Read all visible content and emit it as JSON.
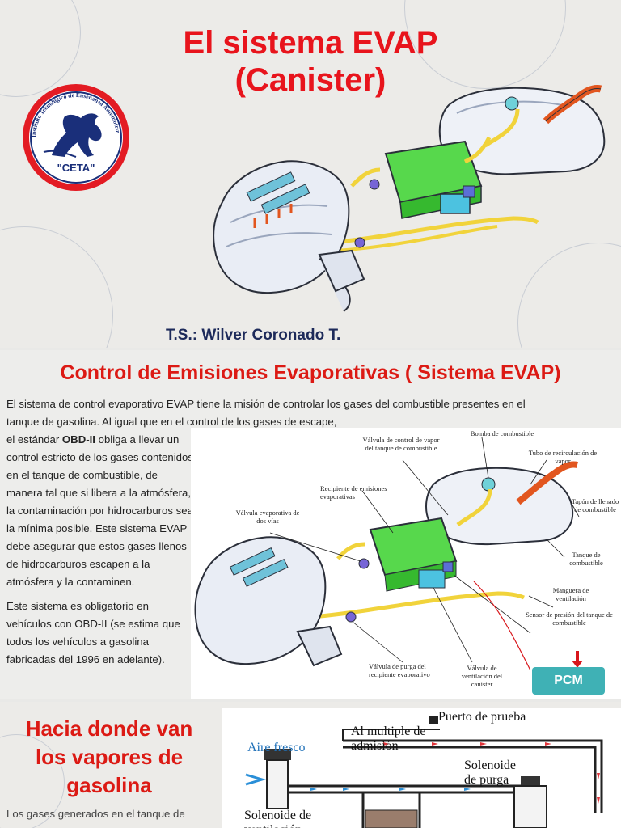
{
  "slide1": {
    "title_line1": "El sistema EVAP",
    "title_line2": "(Canister)",
    "logo": {
      "ring_text": "Instituto Tecnológico de Enseñanza Automotriz",
      "name": "\"CETA\"",
      "ring_color": "#e31b23",
      "inner_color": "#1a2f7a"
    },
    "author": "T.S.: Wilver Coronado T."
  },
  "slide2": {
    "title": "Control de Emisiones Evaporativas ( Sistema EVAP)",
    "intro_line1": "El sistema de control evaporativo EVAP tiene la misión de controlar los gases del combustible presentes en el",
    "intro_line2": "tanque de gasolina. Al igual que en  el control de los gases de escape,",
    "body_pre": "el estándar ",
    "body_bold": "OBD-II",
    "body_post": " obliga a llevar un control estricto de los gases contenidos en el tanque de combustible, de manera tal que si libera a la atmósfera, la contaminación por hidrocarburos sea la mínima posible. Este sistema EVAP debe asegurar que estos gases llenos de hidrocarburos escapen a la atmósfera y la contaminen.",
    "body2": "Este sistema es obligatorio en vehículos con OBD-II (se estima que todos los vehículos a gasolina fabricadas del 1996 en adelante).",
    "labels": {
      "bomba": "Bomba de combustible",
      "valvula_control": "Válvula de control de vapor del tanque de combustible",
      "tubo": "Tubo de recirculación de vapor",
      "recipiente": "Recipiente de emisiones evaporativas",
      "tapon": "Tapón de llenado de combustible",
      "valvula_dos_vias": "Válvula evaporativa de dos vías",
      "tanque": "Tanque de combustible",
      "manguera": "Manguera de ventilación",
      "sensor": "Sensor de presión del tanque de combustible",
      "purga": "Válvula de purga del recipiente evaporativo",
      "ventilacion": "Válvula de ventilación del canister"
    },
    "pcm": "PCM"
  },
  "slide3": {
    "title": "Hacia donde van los vapores de gasolina",
    "body": "Los gases generados en el tanque de",
    "labels": {
      "puerto": "Puerto de prueba",
      "multiple": "Al multiple de admisión",
      "aire": "Aire fresco",
      "solenoide_purga": "Solenoide de purga",
      "solenoide_vent": "Solenoide de ventilación"
    }
  }
}
